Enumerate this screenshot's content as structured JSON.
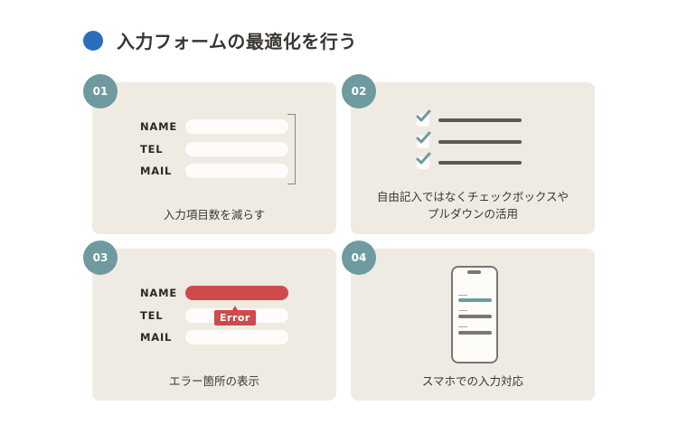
{
  "title": {
    "text": "入力フォームの最適化を行う",
    "dot_color": "#2a6ebc"
  },
  "colors": {
    "card_bg": "#efebe3",
    "badge": "#6e9aa0",
    "error": "#cf4b4b",
    "text": "#3a3632"
  },
  "cards": [
    {
      "number": "01",
      "caption": "入力項目数を減らす",
      "form": {
        "labels": [
          "NAME",
          "TEL",
          "MAIL"
        ]
      }
    },
    {
      "number": "02",
      "caption_line1": "自由記入ではなくチェックボックスや",
      "caption_line2": "プルダウンの活用",
      "checklist_count": 3
    },
    {
      "number": "03",
      "caption": "エラー箇所の表示",
      "form": {
        "labels": [
          "NAME",
          "TEL",
          "MAIL"
        ],
        "error_field": "NAME",
        "error_label": "Error"
      }
    },
    {
      "number": "04",
      "caption": "スマホでの入力対応"
    }
  ]
}
